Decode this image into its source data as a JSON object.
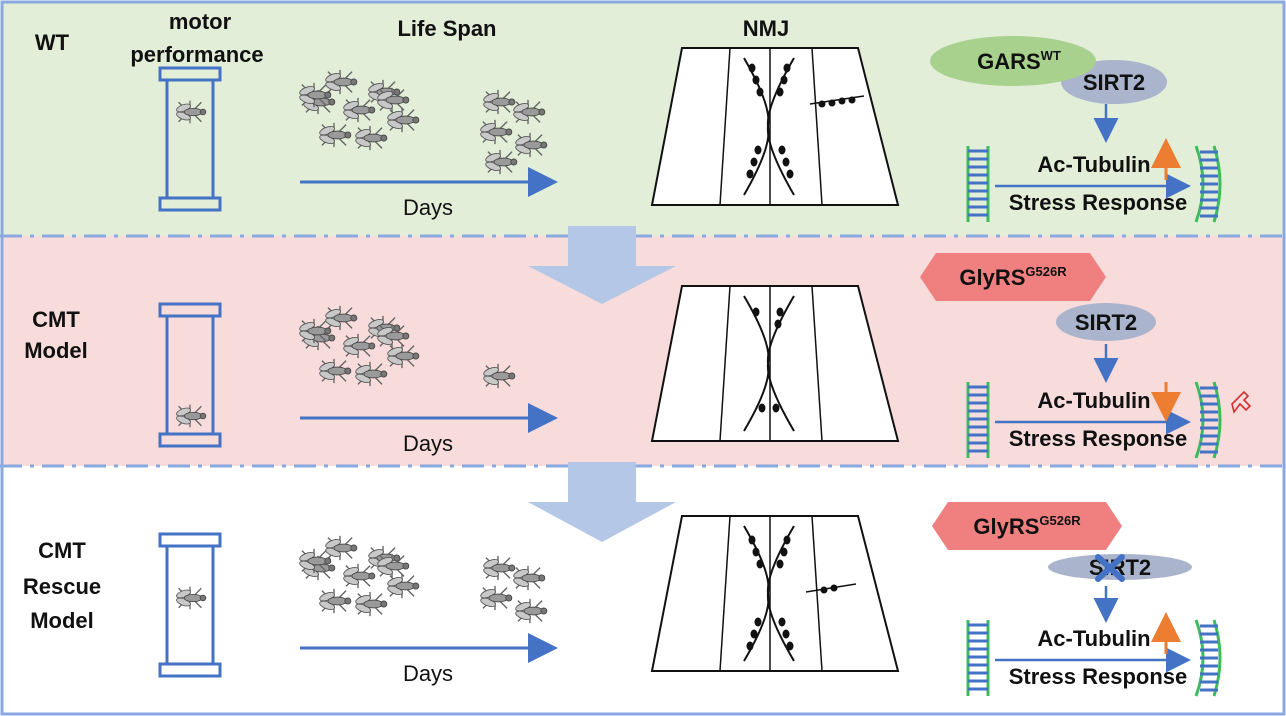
{
  "colors": {
    "wt_band": "#e2eed8",
    "cmt_band": "#f8dcdc",
    "rescue_band": "#ffffff",
    "frame_blue": "#4472c4",
    "divider": "#8aa9e0",
    "down_arrow": "#b4c7e7",
    "gars_green": "#a9d18e",
    "glyrs_red": "#f08080",
    "sirt2_grey": "#aab4cc",
    "arrow_orange": "#ed7d31",
    "dna_green": "#3dbb5c",
    "dna_blue": "#4472c4"
  },
  "headers": {
    "motor": "motor",
    "performance": "performance",
    "lifespan": "Life Span",
    "nmj": "NMJ"
  },
  "rows": [
    {
      "name": "wt",
      "label_lines": [
        "WT"
      ],
      "days": "Days",
      "left_flies": 9,
      "right_flies": 5,
      "fly_position": "top",
      "nmj_boutons": "full",
      "protein": {
        "name": "GARS",
        "superscript": "WT",
        "shape": "ellipse"
      },
      "sirt2": "SIRT2",
      "sirt2_inhibited": false,
      "ac_tubulin": "Ac-Tubulin",
      "ac_tubulin_change": "up",
      "stress": "Stress Response",
      "microtubule_damaged": false
    },
    {
      "name": "cmt",
      "label_lines": [
        "CMT",
        "Model"
      ],
      "days": "Days",
      "left_flies": 9,
      "right_flies": 1,
      "fly_position": "bottom",
      "nmj_boutons": "reduced",
      "protein": {
        "name": "GlyRS",
        "superscript": "G526R",
        "shape": "hexagon"
      },
      "sirt2": "SIRT2",
      "sirt2_inhibited": false,
      "ac_tubulin": "Ac-Tubulin",
      "ac_tubulin_change": "down",
      "stress": "Stress Response",
      "microtubule_damaged": true
    },
    {
      "name": "rescue",
      "label_lines": [
        "CMT",
        "Rescue",
        "Model"
      ],
      "days": "Days",
      "left_flies": 9,
      "right_flies": 4,
      "fly_position": "middle",
      "nmj_boutons": "full",
      "protein": {
        "name": "GlyRS",
        "superscript": "G526R",
        "shape": "hexagon"
      },
      "sirt2": "SIRT2",
      "sirt2_inhibited": true,
      "ac_tubulin": "Ac-Tubulin",
      "ac_tubulin_change": "up",
      "stress": "Stress Response",
      "microtubule_damaged": false
    }
  ]
}
